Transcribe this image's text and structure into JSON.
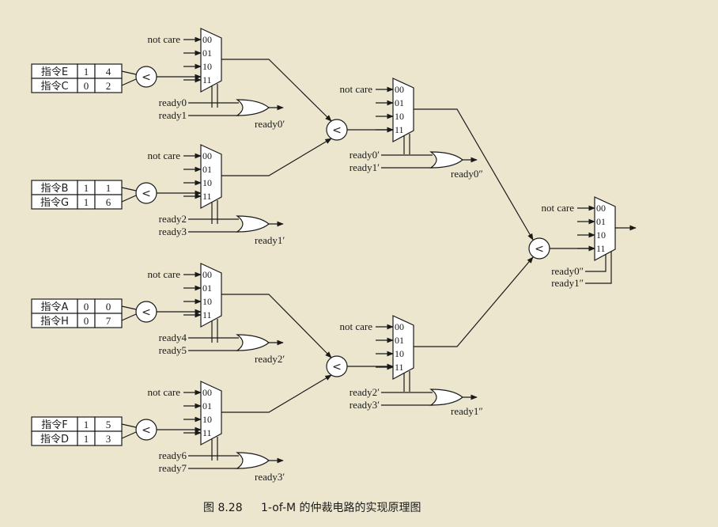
{
  "figure": {
    "caption_number": "图 8.28",
    "caption_title": "1-of-M 的仲裁电路的实现原理图"
  },
  "mux_select_labels": [
    "00",
    "01",
    "10",
    "11"
  ],
  "not_care_label": "not care",
  "comparator_symbol": "<",
  "instructions": [
    {
      "name": "指令E",
      "a": "1",
      "b": "4"
    },
    {
      "name": "指令C",
      "a": "0",
      "b": "2"
    },
    {
      "name": "指令B",
      "a": "1",
      "b": "1"
    },
    {
      "name": "指令G",
      "a": "1",
      "b": "6"
    },
    {
      "name": "指令A",
      "a": "0",
      "b": "0"
    },
    {
      "name": "指令H",
      "a": "0",
      "b": "7"
    },
    {
      "name": "指令F",
      "a": "1",
      "b": "5"
    },
    {
      "name": "指令D",
      "a": "1",
      "b": "3"
    }
  ],
  "ready_signals": {
    "stage1_inputs": [
      "ready0",
      "ready1",
      "ready2",
      "ready3",
      "ready4",
      "ready5",
      "ready6",
      "ready7"
    ],
    "stage1_outputs": [
      "ready0′",
      "ready1′",
      "ready2′",
      "ready3′"
    ],
    "stage2_outputs": [
      "ready0″",
      "ready1″"
    ]
  }
}
